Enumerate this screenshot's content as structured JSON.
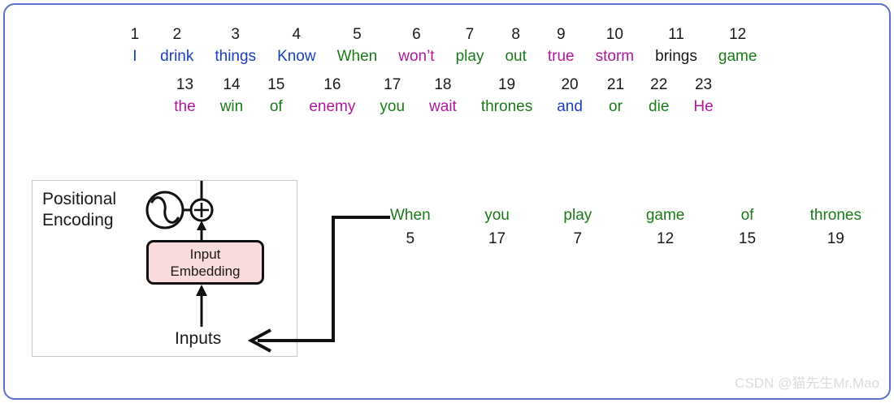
{
  "colors": {
    "frame_border": "#5b72cc",
    "blue": "#1a3fbf",
    "green": "#1a7a1a",
    "magenta": "#b0179a",
    "black": "#1a1a1a",
    "embedding_fill": "#fadbdb",
    "watermark": "#dcdcdc"
  },
  "vocabulary": {
    "row1": [
      {
        "index": "1",
        "word": "I",
        "color": "#1a3fbf"
      },
      {
        "index": "2",
        "word": "drink",
        "color": "#1a3fbf"
      },
      {
        "index": "3",
        "word": "things",
        "color": "#1a3fbf"
      },
      {
        "index": "4",
        "word": "Know",
        "color": "#1a3fbf"
      },
      {
        "index": "5",
        "word": "When",
        "color": "#1a7a1a"
      },
      {
        "index": "6",
        "word": "won’t",
        "color": "#b0179a"
      },
      {
        "index": "7",
        "word": "play",
        "color": "#1a7a1a"
      },
      {
        "index": "8",
        "word": "out",
        "color": "#1a7a1a"
      },
      {
        "index": "9",
        "word": "true",
        "color": "#b0179a"
      },
      {
        "index": "10",
        "word": "storm",
        "color": "#b0179a"
      },
      {
        "index": "11",
        "word": "brings",
        "color": "#1a1a1a"
      },
      {
        "index": "12",
        "word": "game",
        "color": "#1a7a1a"
      }
    ],
    "row2": [
      {
        "index": "13",
        "word": "the",
        "color": "#b0179a"
      },
      {
        "index": "14",
        "word": "win",
        "color": "#1a7a1a"
      },
      {
        "index": "15",
        "word": "of",
        "color": "#1a7a1a"
      },
      {
        "index": "16",
        "word": "enemy",
        "color": "#b0179a"
      },
      {
        "index": "17",
        "word": "you",
        "color": "#1a7a1a"
      },
      {
        "index": "18",
        "word": "wait",
        "color": "#b0179a"
      },
      {
        "index": "19",
        "word": "thrones",
        "color": "#1a7a1a"
      },
      {
        "index": "20",
        "word": "and",
        "color": "#1a3fbf"
      },
      {
        "index": "21",
        "word": "or",
        "color": "#1a7a1a"
      },
      {
        "index": "22",
        "word": "die",
        "color": "#1a7a1a"
      },
      {
        "index": "23",
        "word": "He",
        "color": "#b0179a"
      }
    ]
  },
  "diagram": {
    "positional_encoding_line1": "Positional",
    "positional_encoding_line2": "Encoding",
    "input_embedding_line1": "Input",
    "input_embedding_line2": "Embedding",
    "inputs_label": "Inputs",
    "sum_symbol": "⊕"
  },
  "sentence": {
    "tokens": [
      {
        "word": "When",
        "index": "5",
        "color": "#1a7a1a"
      },
      {
        "word": "you",
        "index": "17",
        "color": "#1a7a1a"
      },
      {
        "word": "play",
        "index": "7",
        "color": "#1a7a1a"
      },
      {
        "word": "game",
        "index": "12",
        "color": "#1a7a1a"
      },
      {
        "word": "of",
        "index": "15",
        "color": "#1a7a1a"
      },
      {
        "word": "thrones",
        "index": "19",
        "color": "#1a7a1a"
      }
    ]
  },
  "watermark": {
    "text": "CSDN @猫先生Mr.Mao"
  }
}
